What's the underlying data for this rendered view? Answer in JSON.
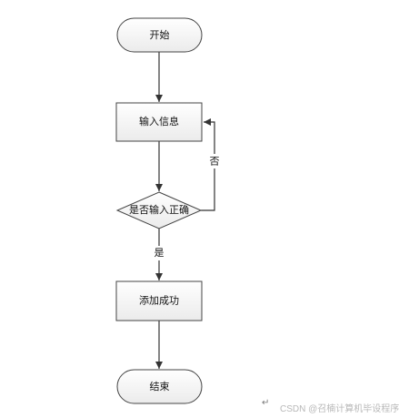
{
  "flowchart": {
    "start": "开始",
    "input": "输入信息",
    "decision": "是否输入正确",
    "success": "添加成功",
    "end": "结束",
    "yes_label": "是",
    "no_label": "否"
  },
  "footer": {
    "return_mark": "↵",
    "watermark": "CSDN @召楠计算机毕设程序"
  }
}
